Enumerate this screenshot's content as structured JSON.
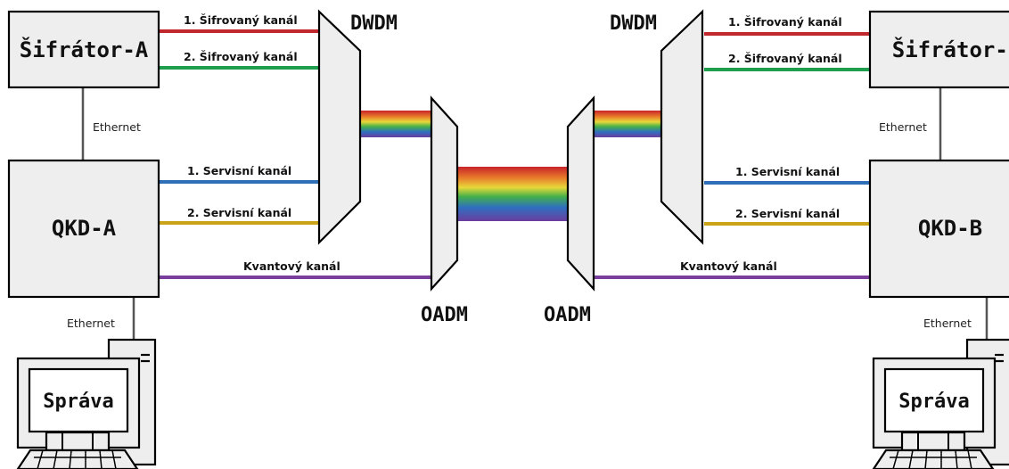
{
  "devices": {
    "encryptor_a": "Šifrátor-A",
    "encryptor_b": "Šifrátor-B",
    "qkd_a": "QKD-A",
    "qkd_b": "QKD-B",
    "dwdm_left": "DWDM",
    "dwdm_right": "DWDM",
    "oadm_left": "OADM",
    "oadm_right": "OADM",
    "management_left": "Správa",
    "management_right": "Správa"
  },
  "links": {
    "ethernet_a_top": "Ethernet",
    "ethernet_a_bottom": "Ethernet",
    "ethernet_b_top": "Ethernet",
    "ethernet_b_bottom": "Ethernet"
  },
  "channels": {
    "encrypted_1": "1. Šifrovaný kanál",
    "encrypted_2": "2. Šifrovaný kanál",
    "service_1": "1. Servisní kanál",
    "service_2": "2. Servisní kanál",
    "quantum": "Kvantový kanál"
  },
  "colors": {
    "encrypted_1": "#c0282d",
    "encrypted_2": "#1f9e4e",
    "service_1": "#2f6fb8",
    "service_2": "#caa318",
    "quantum": "#7a3e9c",
    "box_fill": "#eeeeee"
  },
  "icons": [
    "computer-icon"
  ]
}
